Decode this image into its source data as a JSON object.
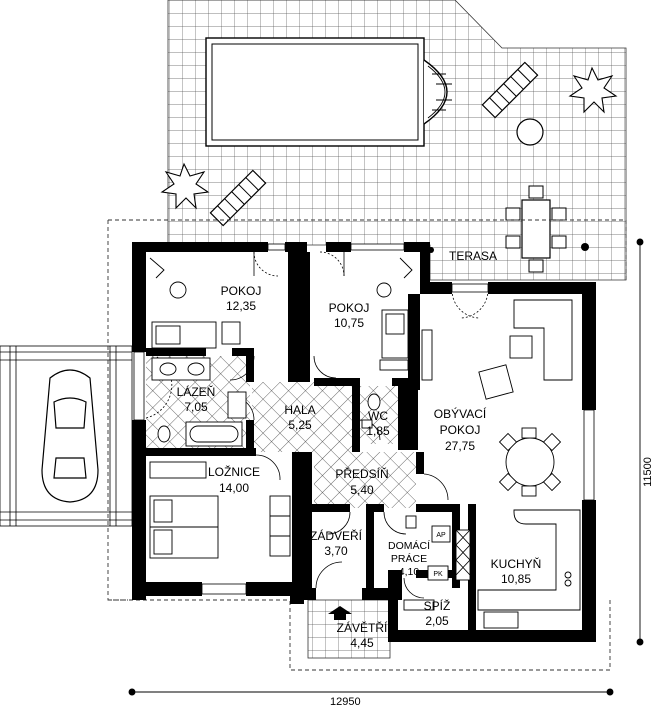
{
  "colors": {
    "wall": "#000000",
    "tile": "#555555",
    "dash": "#333333",
    "paper": "#ffffff"
  },
  "rooms": [
    {
      "id": "pokoj1",
      "name": "POKOJ",
      "area": "12,35"
    },
    {
      "id": "pokoj2",
      "name": "POKOJ",
      "area": "10,75"
    },
    {
      "id": "lazen",
      "name": "LÁZEŇ",
      "area": "7,05"
    },
    {
      "id": "hala",
      "name": "HALA",
      "area": "5,25"
    },
    {
      "id": "wc",
      "name": "WC",
      "area": "1,85"
    },
    {
      "id": "obyvaci",
      "name": "OBÝVACÍ",
      "name2": "POKOJ",
      "area": "27,75"
    },
    {
      "id": "loznice",
      "name": "LOŽNICE",
      "area": "14,00"
    },
    {
      "id": "predsin",
      "name": "PŘEDSÍŇ",
      "area": "5,40"
    },
    {
      "id": "zadveri",
      "name": "ZÁDVEŘÍ",
      "area": "3,70"
    },
    {
      "id": "domaci",
      "name": "DOMÁCÍ",
      "name2": "PRÁCE",
      "area": "4,10"
    },
    {
      "id": "kuchyn",
      "name": "KUCHYŇ",
      "area": "10,85"
    },
    {
      "id": "spiz",
      "name": "SPÍŽ",
      "area": "2,05"
    },
    {
      "id": "zavetri",
      "name": "ZÁVĚTŘÍ",
      "area": "4,45"
    }
  ],
  "terrace": "TERASA",
  "dimensions": {
    "width": "12950",
    "depth": "11500"
  },
  "appliance_labels": {
    "ap": "AP",
    "pk": "PK"
  }
}
